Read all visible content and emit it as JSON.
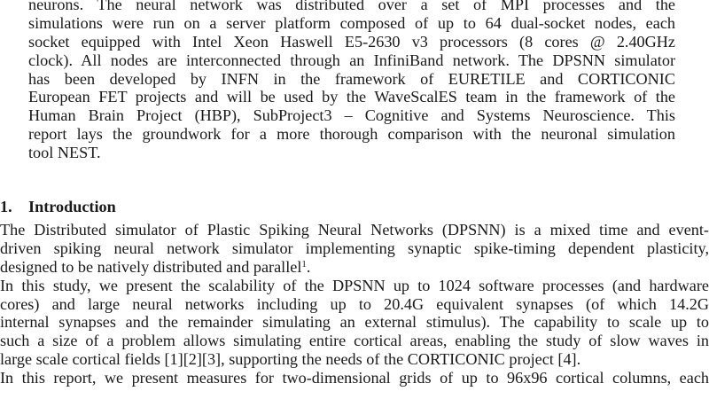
{
  "abstract": {
    "lines": [
      "neurons. The neural network was distributed over a set of MPI processes and the",
      "simulations were run on a server platform composed of up to 64 dual-socket nodes, each",
      "socket equipped with Intel Xeon Haswell E5-2630 v3 processors (8 cores @ 2.40GHz",
      "clock). All nodes are interconnected through an InfiniBand network. The DPSNN simulator",
      "has been developed by INFN in the framework of EURETILE and CORTICONIC",
      "European FET projects and will be used by the WaveScalES team in the framework of the",
      "Human Brain Project (HBP), SubProject3 – Cognitive and Systems Neuroscience. This",
      "report lays the groundwork for a more thorough comparison with the neuronal simulation",
      "tool NEST."
    ]
  },
  "section": {
    "number": "1.",
    "title": "Introduction"
  },
  "intro": {
    "lines": [
      "The Distributed simulator of Plastic Spiking Neural Networks (DPSNN) is a mixed time and event-",
      "driven spiking neural network simulator implementing synaptic spike-timing dependent plasticity,",
      "designed to be natively distributed and parallel",
      "In this study, we present the scalability of the DPSNN up to 1024 software processes (and hardware",
      "cores) and large neural networks including up to 20.4G equivalent synapses (of which 14.2G",
      "internal synapses and the remainder simulating an external stimulus). The capability to scale up to",
      "such a size of a problem allows simulating entire cortical areas, enabling the study of slow waves in",
      "large scale cortical fields [1][2][3], supporting the needs of the CORTICONIC project [4].",
      "In this report, we present measures for two-dimensional grids of up to 96x96 cortical columns, each"
    ],
    "footnote_marker": "1",
    "footnote_trailing": "."
  }
}
